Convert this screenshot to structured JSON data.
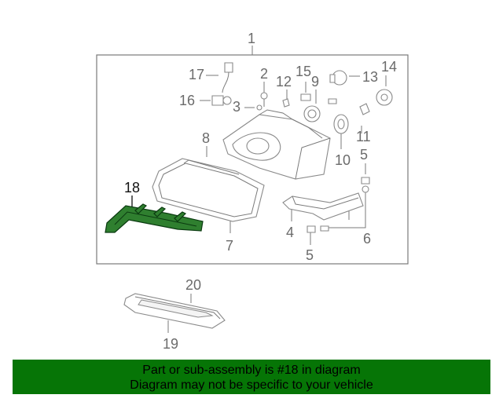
{
  "callouts": {
    "c1": "1",
    "c2": "2",
    "c3": "3",
    "c4": "4",
    "c5a": "5",
    "c5b": "5",
    "c6": "6",
    "c7": "7",
    "c8": "8",
    "c9": "9",
    "c10": "10",
    "c11": "11",
    "c12": "12",
    "c13": "13",
    "c14": "14",
    "c15": "15",
    "c16": "16",
    "c17": "17",
    "c18": "18",
    "c19": "19",
    "c20": "20"
  },
  "colors": {
    "banner": "#067506",
    "highlight_part": "#2f7f2f"
  },
  "footer": {
    "line1": "Part or sub-assembly is #18 in diagram",
    "line2": "Diagram may not be specific to your vehicle"
  }
}
